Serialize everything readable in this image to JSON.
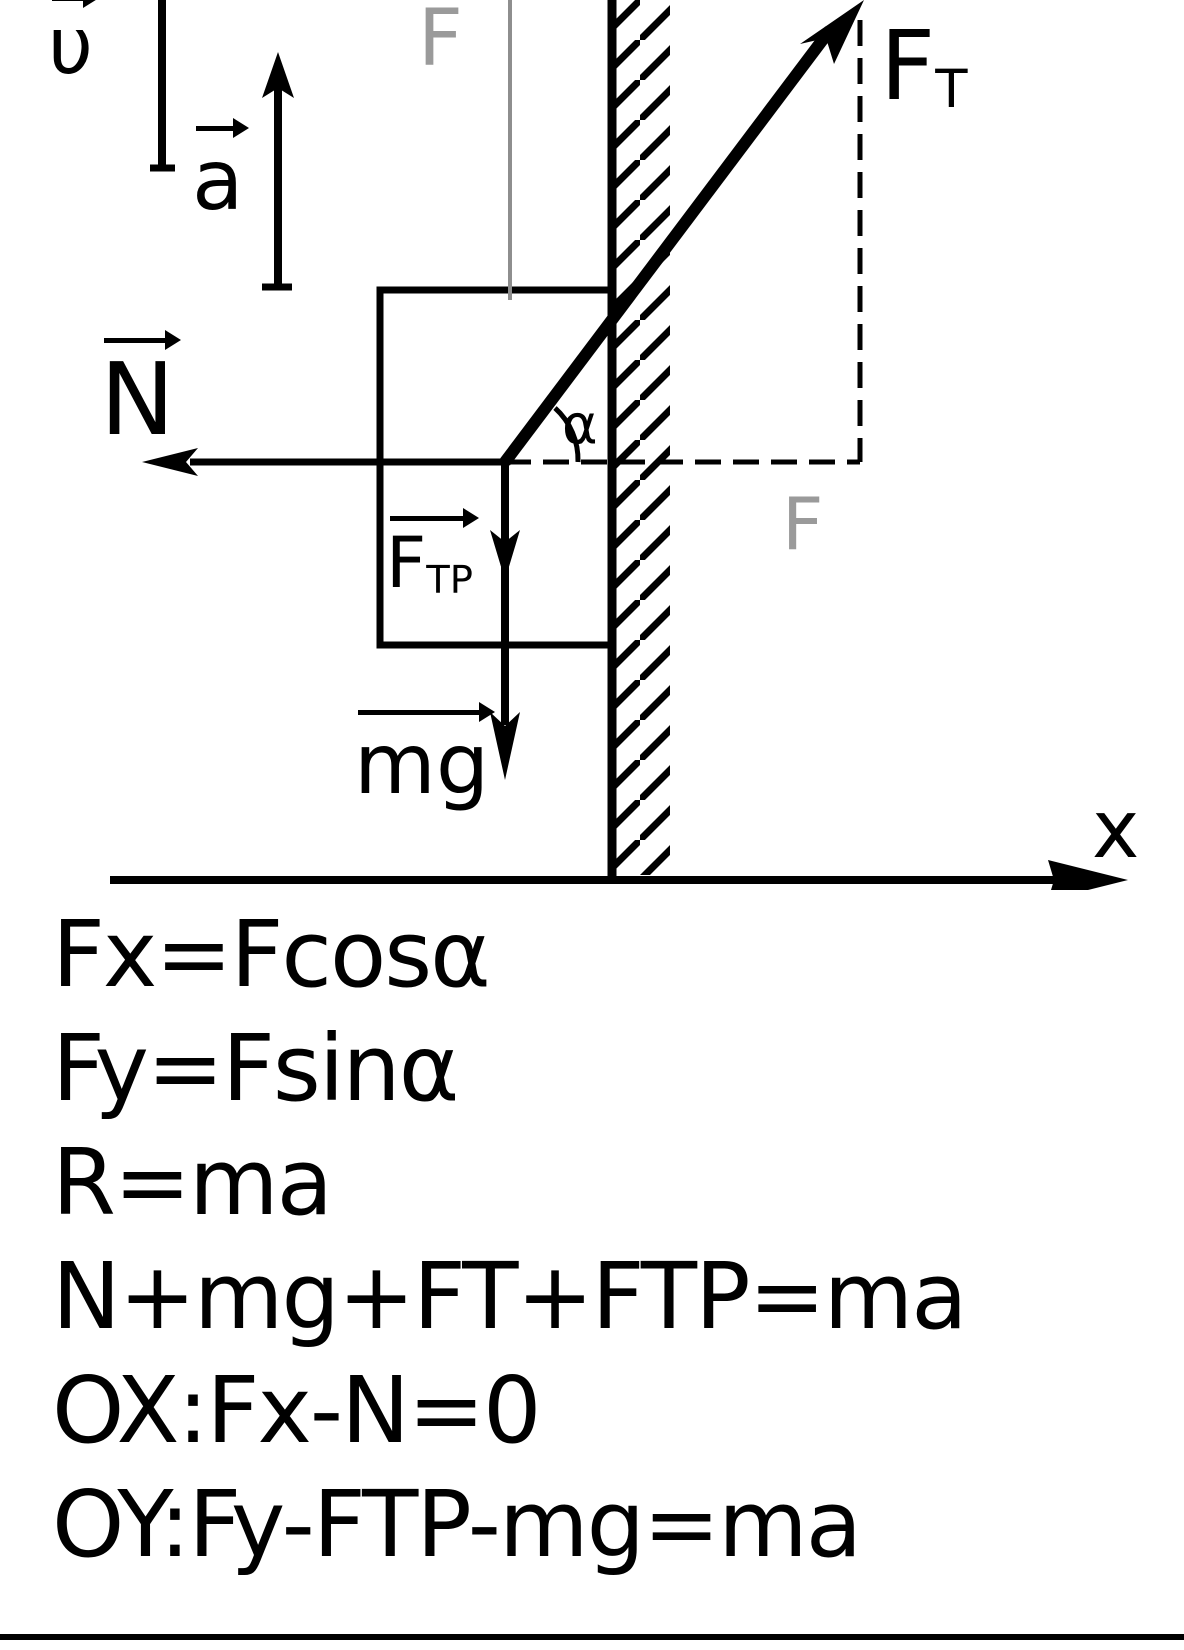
{
  "diagram": {
    "labels": {
      "velocity": "υ",
      "acceleration": "a",
      "normal": "N",
      "tension": "F",
      "tension_sub": "T",
      "friction": "F",
      "friction_sub": "TP",
      "gravity": "mg",
      "angle": "α",
      "axis_x": "x",
      "faint_top": "F",
      "faint_right": "F"
    }
  },
  "equations": [
    "Fx=Fcosα",
    "Fy=Fsinα",
    "R=ma",
    "N+mg+FT+FTP=ma",
    "OX:Fx-N=0",
    "OY:Fy-FTP-mg=ma"
  ]
}
